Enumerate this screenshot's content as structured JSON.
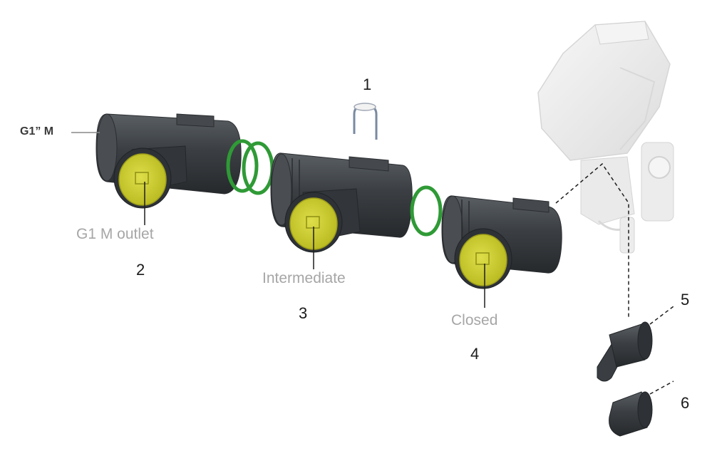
{
  "diagram": {
    "thread_label": "G1” M",
    "parts": [
      {
        "number": "1"
      },
      {
        "number": "2",
        "caption": "G1 M outlet"
      },
      {
        "number": "3",
        "caption": "Intermediate"
      },
      {
        "number": "4",
        "caption": "Closed"
      },
      {
        "number": "5"
      },
      {
        "number": "6"
      }
    ]
  },
  "colors": {
    "body": "#3b3f43",
    "cap": "#c9c932",
    "oring": "#2f9a36",
    "valve": "#eeeeee",
    "leader": "#1e1e1e",
    "caption": "#a6a6a6"
  }
}
